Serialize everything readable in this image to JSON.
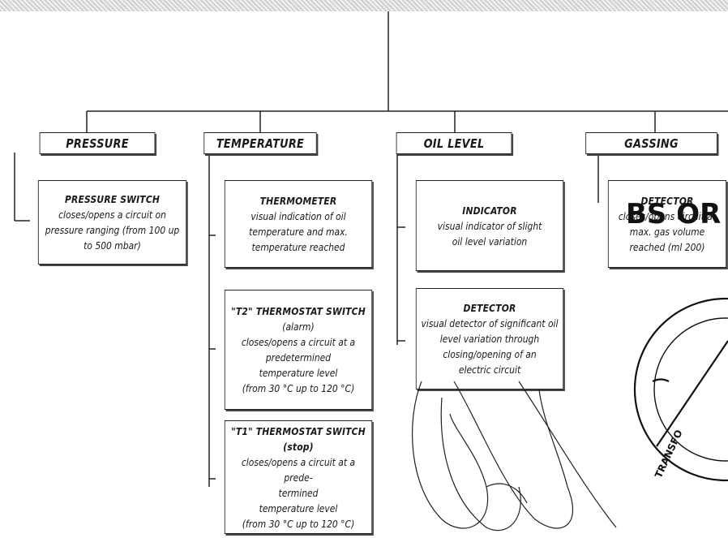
{
  "categories": [
    {
      "label": "PRESSURE"
    },
    {
      "label": "TEMPERATURE"
    },
    {
      "label": "OIL LEVEL"
    },
    {
      "label": "GASSING"
    }
  ],
  "devices": {
    "pressure_switch": {
      "title": "PRESSURE SWITCH",
      "desc": "closes/opens a circuit on\npressure ranging (from 100 up\nto 500 mbar)"
    },
    "thermometer": {
      "title": "THERMOMETER",
      "desc": "visual indication of oil\ntemperature and max.\ntemperature reached"
    },
    "t2_switch": {
      "title": "\"T2\" THERMOSTAT SWITCH",
      "desc": "(alarm)\ncloses/opens a circuit at a\npredetermined\ntemperature level\n(from 30 °C up to 120 °C)"
    },
    "t1_switch": {
      "title": "\"T1\" THERMOSTAT SWITCH (stop)",
      "desc": "closes/opens a circuit at a prede-\ntermined\ntemperature level\n(from 30 °C up to 120 °C)"
    },
    "oil_indicator": {
      "title": "INDICATOR",
      "desc": "visual indicator of slight\noil level variation"
    },
    "oil_detector": {
      "title": "DETECTOR",
      "desc": "visual detector of significant oil\nlevel variation through\nclosing/opening of an\nelectric circuit"
    },
    "gas_detector": {
      "title": "DETECTOR",
      "desc": "closes/opens circuit at\nmax. gas volume\nreached (ml 200)"
    }
  },
  "stamp_text": "TRANSFO",
  "stamp_overlay_text": "BS OR"
}
